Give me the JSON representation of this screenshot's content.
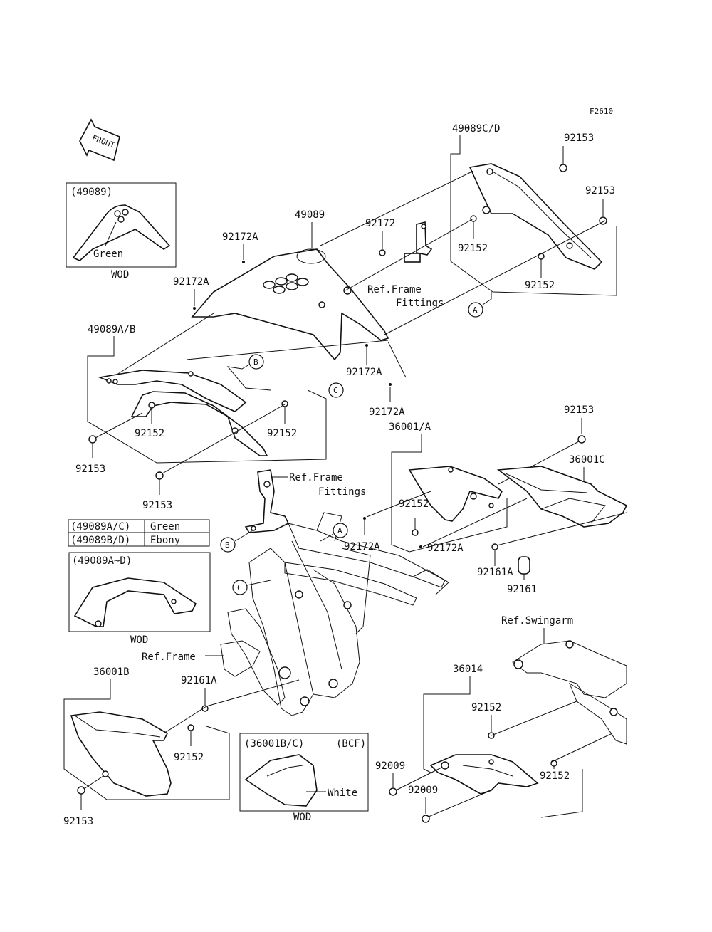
{
  "figure_code": "F2610",
  "front_label": "FRONT",
  "part_labels": {
    "p49089C_D": "49089C/D",
    "p92153_a": "92153",
    "p92153_b": "92153",
    "p92152_a": "92152",
    "p92152_b": "92152",
    "p92172_top": "92172",
    "p49089": "49089",
    "p92172A_a": "92172A",
    "p92172A_b": "92172A",
    "p92172A_c": "92172A",
    "p92172A_d": "92172A",
    "p92172A_e": "92172A",
    "p92172A_f": "92172A",
    "p49089A_B": "49089A/B",
    "p92152_c": "92152",
    "p92152_d": "92152",
    "p92153_c": "92153",
    "p92153_d": "92153",
    "p92153_e": "92153",
    "p36001_A": "36001/A",
    "p36001C": "36001C",
    "p92152_e": "92152",
    "p92161A_a": "92161A",
    "p92161": "92161",
    "p36001B": "36001B",
    "p92161A_b": "92161A",
    "p92152_f": "92152",
    "p92153_f": "92153",
    "p36014": "36014",
    "p92152_g": "92152",
    "p92152_h": "92152",
    "p92009_a": "92009",
    "p92009_b": "92009"
  },
  "references": {
    "frame_fittings_1a": "Ref.Frame",
    "frame_fittings_1b": "Fittings",
    "frame_fittings_2a": "Ref.Frame",
    "frame_fittings_2b": "Fittings",
    "frame": "Ref.Frame",
    "swingarm": "Ref.Swingarm"
  },
  "callouts": {
    "A1": "A",
    "A2": "A",
    "B1": "B",
    "B2": "B",
    "C1": "C",
    "C2": "C"
  },
  "inset_49089": {
    "title": "(49089)",
    "color": "Green",
    "footer": "WOD"
  },
  "color_table": {
    "rows": [
      {
        "code": "(49089A/C)",
        "color": "Green"
      },
      {
        "code": "(49089B/D)",
        "color": "Ebony"
      }
    ]
  },
  "inset_49089A_D": {
    "title": "(49089A~D)",
    "footer": "WOD"
  },
  "inset_36001BC": {
    "title": "(36001B/C)",
    "tag": "(BCF)",
    "color": "White",
    "footer": "WOD"
  }
}
